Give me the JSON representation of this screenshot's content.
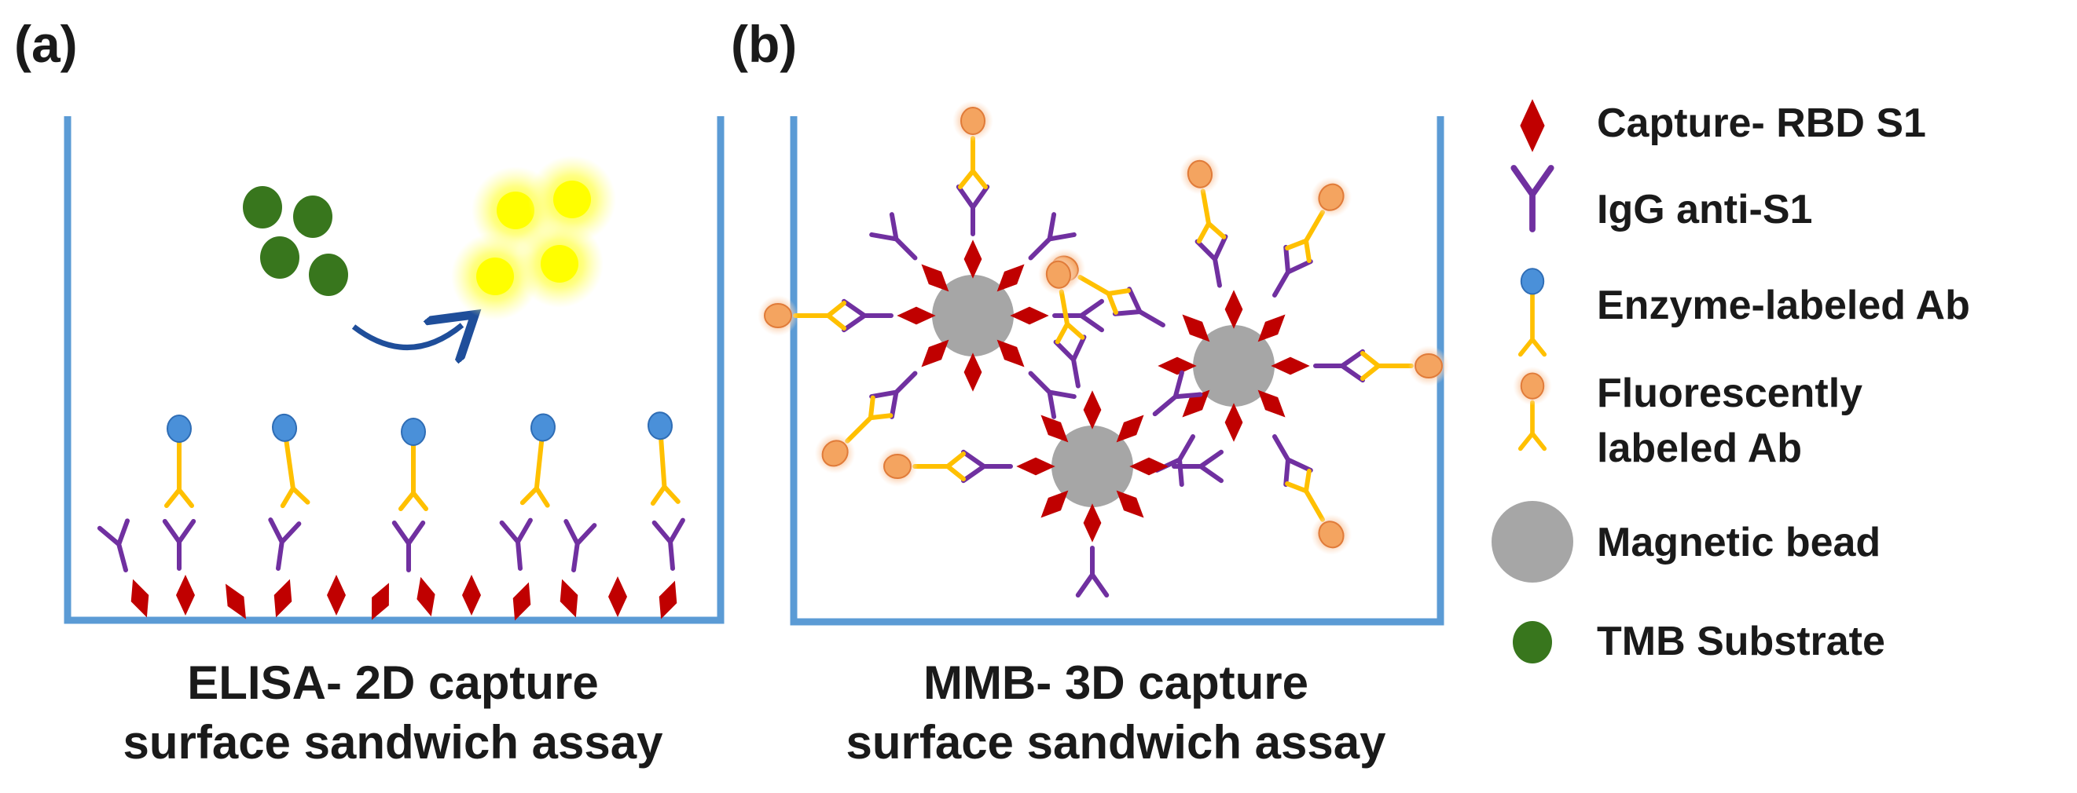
{
  "panels": {
    "a": {
      "letter": "(a)",
      "caption_line1": "ELISA- 2D capture",
      "caption_line2": "surface sandwich assay"
    },
    "b": {
      "letter": "(b)",
      "caption_line1": "MMB- 3D capture",
      "caption_line2": "surface sandwich assay"
    }
  },
  "legend": {
    "items": [
      {
        "label": "Capture- RBD S1",
        "icon": "red-diamond-icon"
      },
      {
        "label": "IgG anti-S1",
        "icon": "purple-y-antibody-icon"
      },
      {
        "label": "Enzyme-labeled Ab",
        "icon": "enzyme-labeled-antibody-icon"
      },
      {
        "label_line1": "Fluorescently",
        "label_line2": "labeled Ab",
        "icon": "fluorescent-antibody-icon"
      },
      {
        "label": "Magnetic bead",
        "icon": "magnetic-bead-icon"
      },
      {
        "label": "TMB Substrate",
        "icon": "tmb-substrate-icon"
      }
    ]
  },
  "colors": {
    "well_wall": "#5b9bd5",
    "capture_diamond": "#c00000",
    "igg": "#7030a0",
    "enzyme_antibody": "#ffc000",
    "enzyme_label": "#4a90d9",
    "fluorescent_core": "#f4a460",
    "fluorescent_glow": "#fbd2b0",
    "bead": "#a6a6a6",
    "tmb": "#38761d",
    "product": "#ffff00",
    "arrow": "#1f4e9a"
  }
}
